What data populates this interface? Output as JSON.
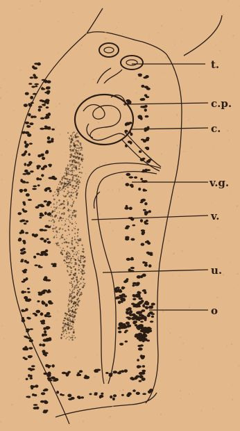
{
  "colors": {
    "paper": "#e3b98c",
    "ink": "#2a1d14",
    "speckle": "#c9a173"
  },
  "labels": [
    {
      "id": "t",
      "text": "t."
    },
    {
      "id": "cp",
      "text": "c.p."
    },
    {
      "id": "c",
      "text": "c."
    },
    {
      "id": "vg",
      "text": "v.g."
    },
    {
      "id": "v",
      "text": "v."
    },
    {
      "id": "u",
      "text": "u."
    },
    {
      "id": "o",
      "text": "o"
    }
  ]
}
